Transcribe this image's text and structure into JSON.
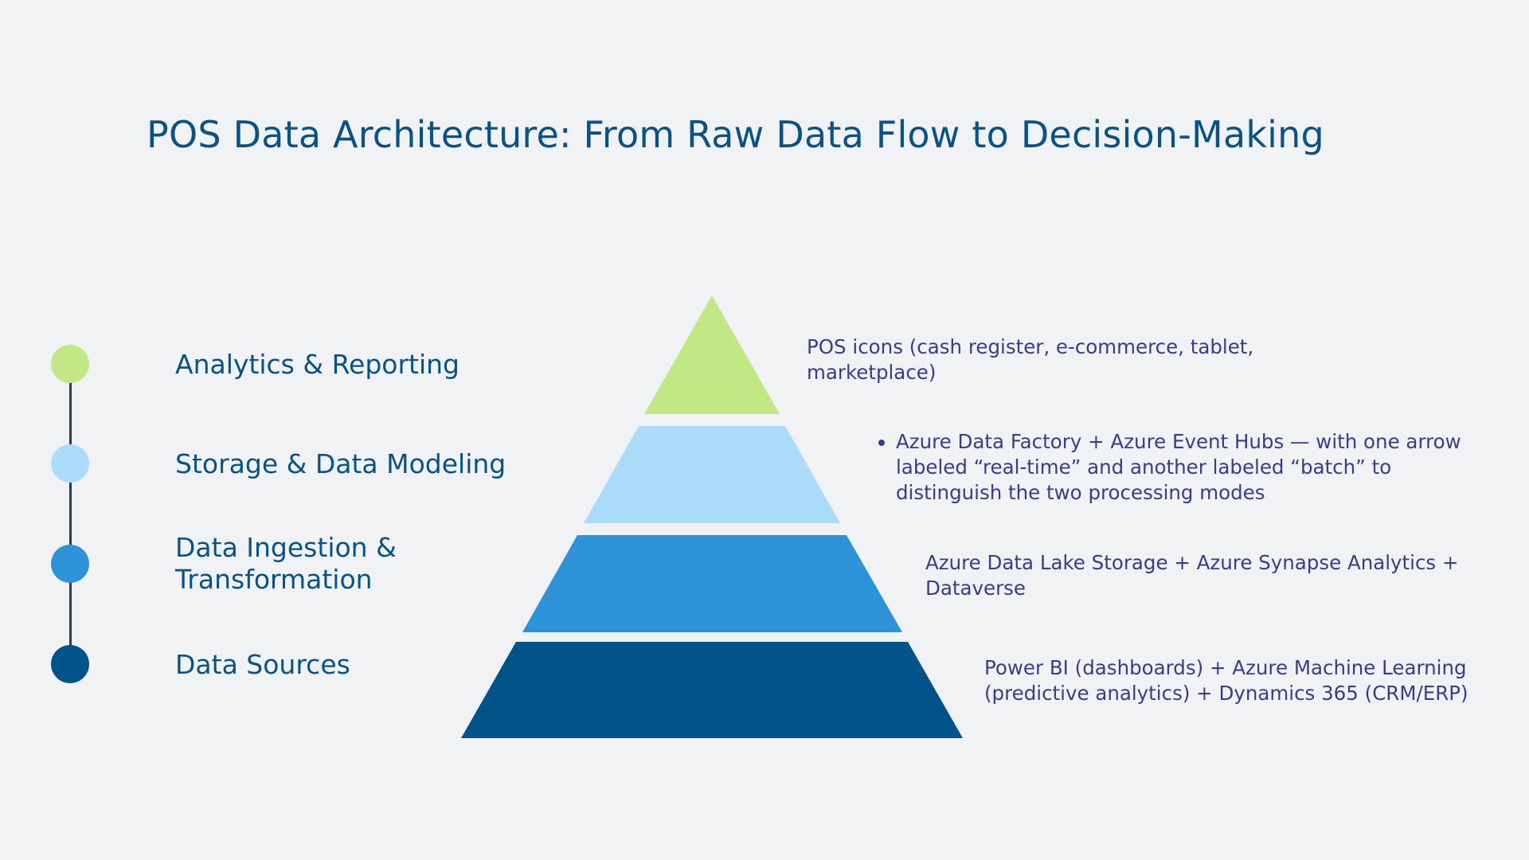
{
  "title": "POS Data Architecture: From Raw Data Flow to Decision-Making",
  "colors": {
    "background": "#f0f2f6",
    "title": "#0a5184",
    "description_text": "#3a3d86",
    "timeline_line": "#263a56",
    "level_1": "#c2e885",
    "level_2": "#acdcfb",
    "level_3": "#2e92d8",
    "level_4": "#02538a"
  },
  "layers": [
    {
      "label": "Analytics & Reporting",
      "color": "#c2e885"
    },
    {
      "label": "Storage & Data Modeling",
      "color": "#acdcfb"
    },
    {
      "label": "Data Ingestion & Transformation",
      "color": "#2e92d8"
    },
    {
      "label": "Data Sources",
      "color": "#02538a"
    }
  ],
  "descriptions": {
    "level_1": "POS icons (cash register, e-commerce, tablet, marketplace)",
    "level_2": "Azure Data Factory + Azure Event Hubs — with one arrow labeled “real-time” and another labeled “batch” to distinguish the two processing modes",
    "level_3": "Azure Data Lake Storage + Azure Synapse Analytics + Dataverse",
    "level_4": "Power BI (dashboards) + Azure Machine Learning (predictive analytics) + Dynamics 365 (CRM/ERP)"
  }
}
